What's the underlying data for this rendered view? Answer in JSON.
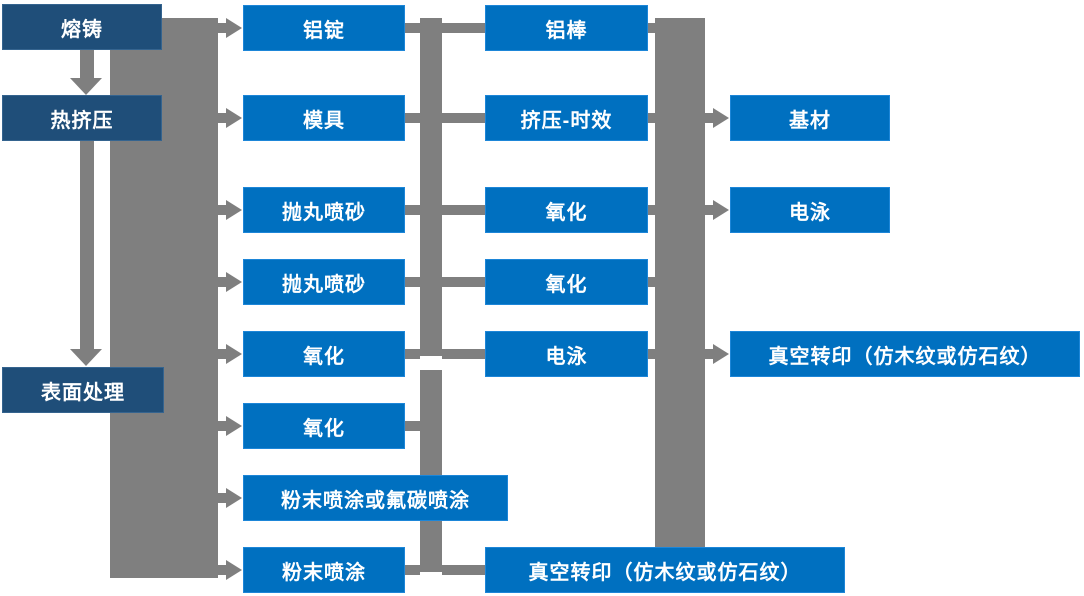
{
  "colors": {
    "background": "#FFFFFF",
    "box-dark": "#1F4E79",
    "box-blue": "#0070C0",
    "connector": "#7F7F7F",
    "text": "#FFFFFF"
  },
  "flowchart": {
    "type": "process-flow-diagram",
    "language": "zh-CN",
    "stages": {
      "melting": {
        "label": "熔铸"
      },
      "hot_extrusion": {
        "label": "热挤压"
      },
      "surface_treatment": {
        "label": "表面处理"
      }
    },
    "col2": {
      "ingot": {
        "label": "铝锭"
      },
      "mold": {
        "label": "模具"
      },
      "shot_blast_1": {
        "label": "抛丸喷砂"
      },
      "shot_blast_2": {
        "label": "抛丸喷砂"
      },
      "oxidation_1": {
        "label": "氧化"
      },
      "oxidation_2": {
        "label": "氧化"
      },
      "powder_or_fluorocarbon": {
        "label": "粉末喷涂或氟碳喷涂"
      },
      "powder": {
        "label": "粉末喷涂"
      }
    },
    "col3": {
      "rod": {
        "label": "铝棒"
      },
      "extrusion_aging": {
        "label": "挤压-时效"
      },
      "oxidation_3": {
        "label": "氧化"
      },
      "oxidation_4": {
        "label": "氧化"
      },
      "electrophoresis_1": {
        "label": "电泳"
      },
      "vacuum_transfer_1": {
        "label": "真空转印（仿木纹或仿石纹）"
      }
    },
    "col4": {
      "substrate": {
        "label": "基材"
      },
      "electrophoresis_2": {
        "label": "电泳"
      },
      "vacuum_transfer_2": {
        "label": "真空转印（仿木纹或仿石纹）"
      }
    }
  }
}
